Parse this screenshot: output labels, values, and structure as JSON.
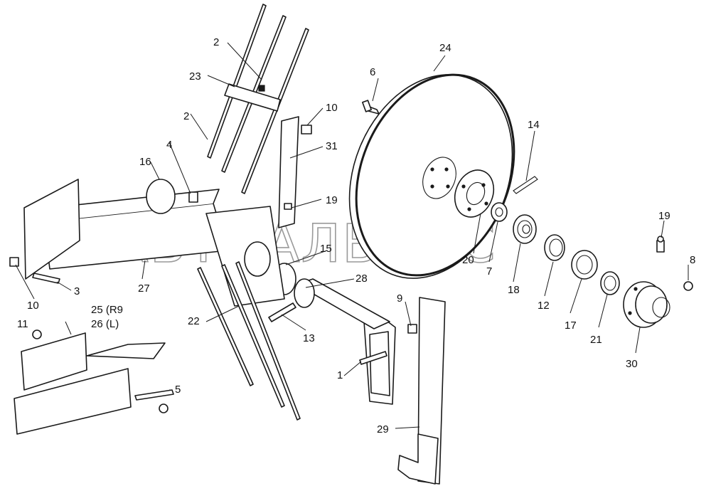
{
  "watermark": "АВТОАЛЬЯНС",
  "callouts": {
    "c1": "1",
    "c2a": "2",
    "c2b": "2",
    "c4": "4",
    "c5": "5",
    "c6": "6",
    "c7": "7",
    "c8": "8",
    "c9": "9",
    "c10a": "10",
    "c10b": "10",
    "c11": "11",
    "c12": "12",
    "c13": "13",
    "c14": "14",
    "c15": "15",
    "c16": "16",
    "c17": "17",
    "c18": "18",
    "c19a": "19",
    "c19b": "19",
    "c20": "20",
    "c21": "21",
    "c22": "22",
    "c23": "23",
    "c24": "24",
    "c25": "25 (R9",
    "c26": "26 (L)",
    "c27": "27",
    "c28": "28",
    "c29": "29",
    "c30": "30",
    "c31": "31",
    "c3": "3"
  }
}
